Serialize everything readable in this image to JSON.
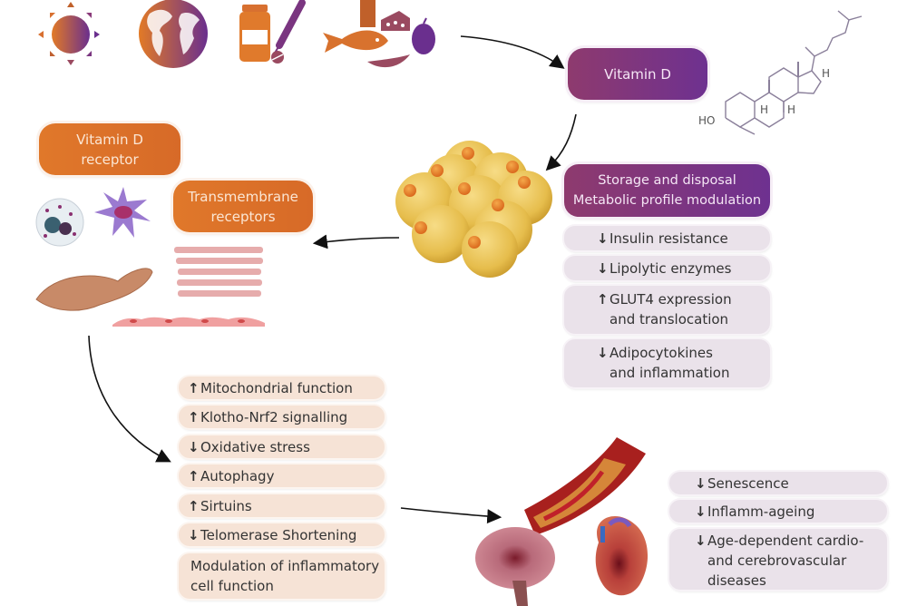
{
  "colors": {
    "purple_start": "#8e3a6e",
    "purple_end": "#6e3190",
    "orange": "#e0782a",
    "lavender_box": "#eae2ea",
    "peach_box": "#f6e3d6"
  },
  "sources": {
    "icons": [
      "sun-icon",
      "globe-icon",
      "supplement-bottle-icon",
      "syringe-icon",
      "pill-icon",
      "fish-icon",
      "cheese-icon",
      "bell-pepper-icon",
      "peas-icon",
      "milk-carton-icon"
    ]
  },
  "vitamin_d_box": {
    "label": "Vitamin D"
  },
  "molecule": {
    "ho_label": "HO",
    "h_labels": [
      "H",
      "H",
      "H"
    ]
  },
  "receptors": {
    "vdr_line1": "Vitamin D",
    "vdr_line2": "receptor",
    "tm_line1": "Transmembrane",
    "tm_line2": "receptors"
  },
  "adipose": {
    "header_line1": "Storage and disposal",
    "header_line2": "Metabolic profile modulation",
    "effects": [
      {
        "arrow": "↓",
        "line1": "Insulin resistance",
        "line2": ""
      },
      {
        "arrow": "↓",
        "line1": "Lipolytic enzymes",
        "line2": ""
      },
      {
        "arrow": "↑",
        "line1": "GLUT4 expression",
        "line2": "and translocation"
      },
      {
        "arrow": "↓",
        "line1": "Adipocytokines",
        "line2": "and inflammation"
      }
    ]
  },
  "cellular_effects": [
    {
      "arrow": "↑",
      "label": "Mitochondrial function"
    },
    {
      "arrow": "↑",
      "label": "Klotho-Nrf2 signalling"
    },
    {
      "arrow": "↓",
      "label": "Oxidative stress"
    },
    {
      "arrow": "↑",
      "label": "Autophagy"
    },
    {
      "arrow": "↑",
      "label": "Sirtuins"
    },
    {
      "arrow": "↓",
      "label": "Telomerase Shortening"
    },
    {
      "arrow": "",
      "label": "Modulation of inflammatory",
      "label2": "cell function"
    }
  ],
  "outcomes": [
    {
      "arrow": "↓",
      "line1": "Senescence"
    },
    {
      "arrow": "↓",
      "line1": "Inflamm-ageing"
    },
    {
      "arrow": "↓",
      "line1": "Age-dependent cardio-",
      "line2": "and cerebrovascular",
      "line3": "diseases"
    }
  ]
}
